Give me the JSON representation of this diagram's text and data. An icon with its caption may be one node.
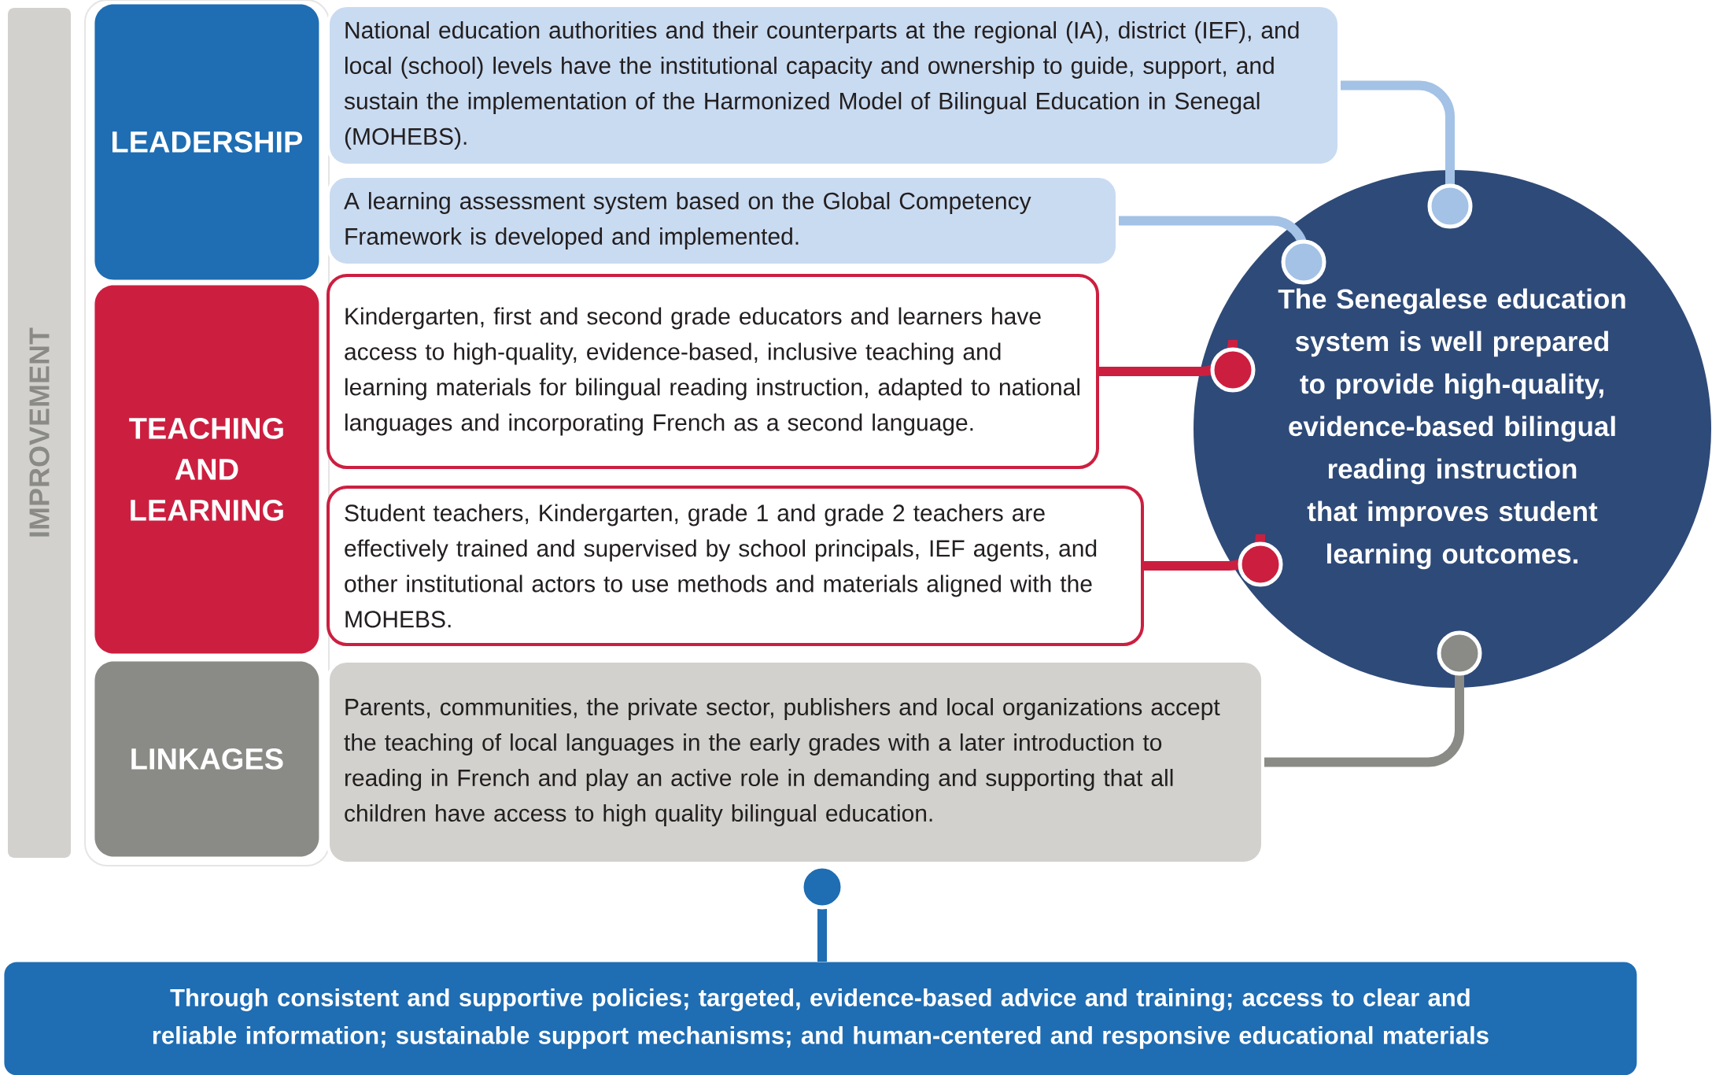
{
  "diagram": {
    "nodes": [
      {
        "text": [
          "IMPROVEMENT"
        ]
      },
      {
        "text": [
          "LEADERSHIP"
        ]
      },
      {
        "text": [
          "National education authorities and their counterparts at the regional (IA), district (IEF), and local (school) levels have the institutional capacity and ownership to guide, support, and sustain the implementation of the Harmonized Model of Bilingual Education in Senegal (MOHEBS)."
        ]
      },
      {
        "text": [
          "A learning assessment system based on the Global Competency Framework is developed and implemented."
        ]
      },
      {
        "text": [
          "TEACHING AND LEARNING"
        ]
      },
      {
        "text": [
          "Kindergarten, first and second grade educators and learners have access to high-quality, evidence-based, inclusive teaching and learning materials for bilingual reading instruction, adapted to national languages and incorporating French as a second language."
        ]
      },
      {
        "text": [
          "Student teachers, Kindergarten, grade 1 and grade 2 teachers are effectively trained and supervised by school principals, IEF agents, and other institutional actors to use methods and materials aligned with the MOHEBS."
        ]
      },
      {
        "text": [
          "LINKAGES"
        ]
      },
      {
        "text": [
          "Parents, communities, the private sector, publishers and local organizations accept the teaching of local languages in the early grades with a later introduction to reading in French and play an active role in demanding and supporting that all children have access to high quality bilingual education."
        ]
      },
      {
        "text": [
          "The Senegalese education system is well prepared to provide high-quality, evidence-based bilingual reading instruction that improves student learning outcomes."
        ]
      },
      {
        "text": [
          "Through consistent and supportive policies; targeted, evidence-based advice and training; access to clear and reliable information; sustainable support mechanisms; and human-centered and responsive educational materials"
        ]
      }
    ],
    "edges": [
      {
        "from": 2,
        "to": 9,
        "arrow": "other",
        "color": "#a3c2e6"
      },
      {
        "from": 3,
        "to": 9,
        "arrow": "other",
        "color": "#a3c2e6"
      },
      {
        "from": 5,
        "to": 9,
        "arrow": "other",
        "color": "#cc1f40"
      },
      {
        "from": 6,
        "to": 9,
        "arrow": "other",
        "color": "#cc1f40"
      },
      {
        "from": 8,
        "to": 9,
        "arrow": "other",
        "color": "#8a8a86"
      },
      {
        "from": 10,
        "to": 8,
        "arrow": "other",
        "color": "#1f6db3"
      }
    ]
  }
}
